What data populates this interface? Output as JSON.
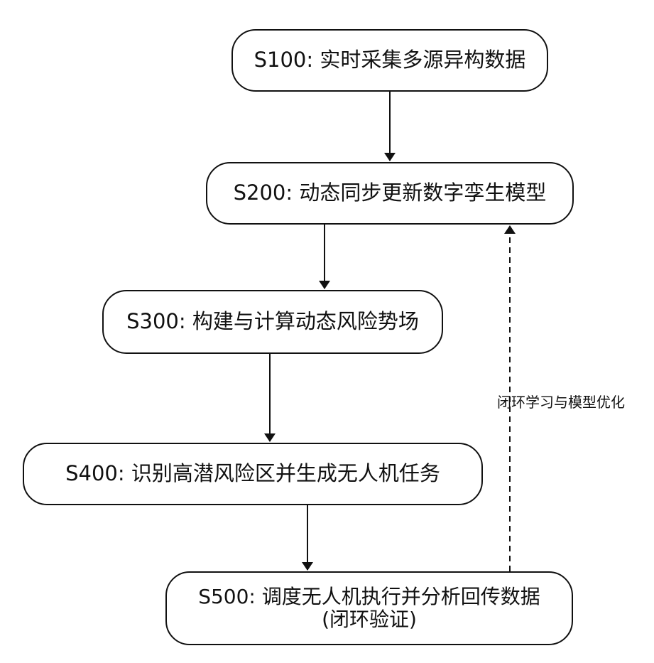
{
  "steps": [
    {
      "label": "S100: 实时采集多源异构数据"
    },
    {
      "label": "S200: 动态同步更新数字孪生模型"
    },
    {
      "label": "S300: 构建与计算动态风险势场"
    },
    {
      "label": "S400: 识别高潜风险区并生成无人机任务"
    },
    {
      "label": "S500: 调度无人机执行并分析回传数据",
      "sublabel": "(闭环验证)"
    }
  ],
  "feedback": {
    "label": "闭环学习与模型优化"
  }
}
